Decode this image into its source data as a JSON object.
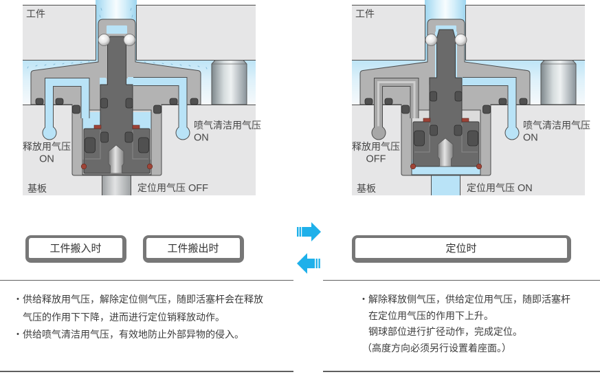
{
  "diagrams": [
    {
      "workpiece_label": "工件",
      "base_label": "基板",
      "release_air": {
        "label": "释放用气压",
        "state": "ON"
      },
      "clean_air": {
        "label": "喷气清洁用气压",
        "state": "ON"
      },
      "locate_air": {
        "label": "定位用气压",
        "state": "OFF"
      },
      "piston": "lowered",
      "steel_balls": "retracted",
      "air_flow": "spray"
    },
    {
      "workpiece_label": "工件",
      "base_label": "基板",
      "release_air": {
        "label": "释放用气压",
        "state": "OFF"
      },
      "clean_air": {
        "label": "喷气清洁用气压",
        "state": "ON"
      },
      "locate_air": {
        "label": "定位用气压",
        "state": "ON"
      },
      "piston": "raised",
      "steel_balls": "expanded",
      "air_flow": "steady"
    }
  ],
  "phase_buttons": [
    {
      "label": "工件搬入时"
    },
    {
      "label": "工件搬出时"
    },
    {
      "label": "定位时"
    }
  ],
  "navigation": {
    "next_icon": "arrow-right-icon",
    "previous_icon": "arrow-left-icon"
  },
  "descriptions": {
    "release": {
      "items": [
        {
          "bullet": "・",
          "lines": [
            "供给释放用气压，解除定位侧气压，随即活塞杆会在释放",
            "气压的作用下下降，进而进行定位销释放动作。"
          ]
        },
        {
          "bullet": "・",
          "lines": [
            "供给喷气清洁用气压，有效地防止外部异物的侵入。"
          ]
        }
      ]
    },
    "locate": {
      "items": [
        {
          "bullet": "・",
          "lines": [
            "解除释放侧气压，供给定位用气压，随即活塞杆",
            "在定位用气压的作用下上升。",
            "钢球部位进行扩径动作，完成定位。",
            "（高度方向必须另行设置着座面。）"
          ]
        }
      ]
    }
  },
  "colors": {
    "air_on": "#b9e3f7",
    "air_off": "#a7a7a7",
    "arrow_accent": "#1eb0ea",
    "button_border": "#777777",
    "text": "#3b3b3b"
  }
}
